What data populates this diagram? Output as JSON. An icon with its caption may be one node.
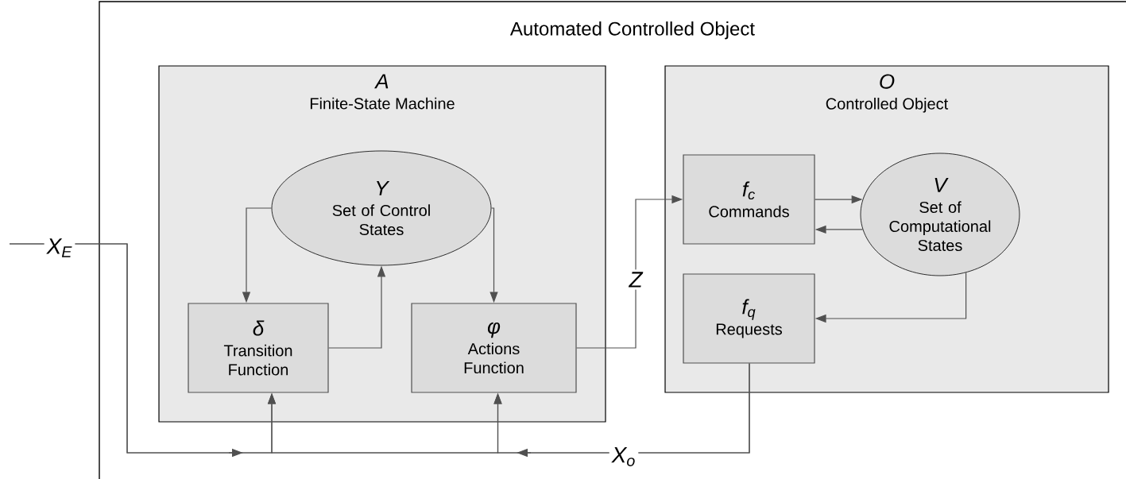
{
  "diagram": {
    "nodes": [
      {
        "text": [
          "Automated Controlled Object"
        ]
      },
      {
        "text": [
          "A",
          "Finite-State Machine"
        ],
        "in": 0
      },
      {
        "text": [
          "Y",
          "Set of Control States"
        ],
        "in": 1
      },
      {
        "text": [
          "δ",
          "Transition Function"
        ],
        "in": 1
      },
      {
        "text": [
          "φ",
          "Actions Function"
        ],
        "in": 1
      },
      {
        "text": [
          "O",
          "Controlled Object"
        ],
        "in": 0
      },
      {
        "text": [
          "f$_{c}$",
          "Commands"
        ],
        "in": 5
      },
      {
        "text": [
          "V",
          "Set of Computational States"
        ],
        "in": 5
      },
      {
        "text": [
          "f$_{q}$",
          "Requests"
        ],
        "in": 5
      }
    ],
    "edges": [
      {
        "from": null,
        "to": 3,
        "arrow": "to",
        "label": "X$_{E}$"
      },
      {
        "from": null,
        "to": 4,
        "arrow": "to"
      },
      {
        "from": 8,
        "to": 3,
        "arrow": "to",
        "label": "X$_{o}$"
      },
      {
        "from": 8,
        "to": 4,
        "arrow": "to"
      },
      {
        "from": 4,
        "to": 6,
        "arrow": "to",
        "label": "Z"
      },
      {
        "from": 2,
        "to": 3,
        "arrow": "to"
      },
      {
        "from": 3,
        "to": 2,
        "arrow": "to"
      },
      {
        "from": 2,
        "to": 4,
        "arrow": "to"
      },
      {
        "from": 6,
        "to": 7,
        "arrow": "to"
      },
      {
        "from": 7,
        "to": 6,
        "arrow": "to"
      },
      {
        "from": 7,
        "to": 8,
        "arrow": "to"
      }
    ]
  }
}
